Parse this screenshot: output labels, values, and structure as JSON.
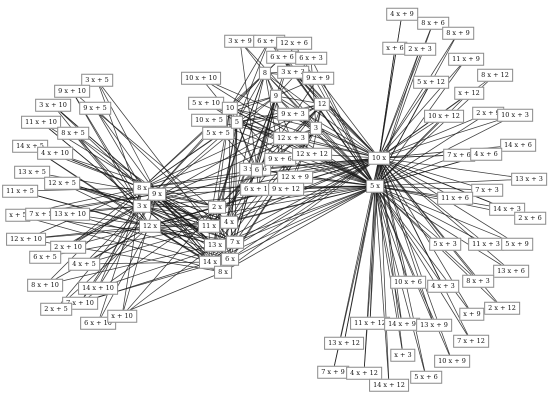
{
  "diagram": {
    "hubs": [
      {
        "id": "h1",
        "label": "8 x"
      },
      {
        "id": "h2",
        "label": "9 x"
      },
      {
        "id": "h3",
        "label": "3 x"
      },
      {
        "id": "h4",
        "label": "12 x"
      },
      {
        "id": "h5",
        "label": "10 x"
      },
      {
        "id": "h6",
        "label": "5 x"
      },
      {
        "id": "h7",
        "label": "2 x"
      },
      {
        "id": "h8",
        "label": "11 x"
      },
      {
        "id": "h9",
        "label": "4 x"
      },
      {
        "id": "h10",
        "label": "13 x"
      },
      {
        "id": "h11",
        "label": "7 x"
      },
      {
        "id": "h12",
        "label": "14 x"
      },
      {
        "id": "h13",
        "label": "6 x"
      },
      {
        "id": "h14",
        "label": "8 x"
      },
      {
        "id": "h15",
        "label": "10"
      },
      {
        "id": "h16",
        "label": "9"
      },
      {
        "id": "h17",
        "label": "12"
      },
      {
        "id": "h18",
        "label": "3"
      },
      {
        "id": "h19",
        "label": "8"
      },
      {
        "id": "h20",
        "label": "5"
      },
      {
        "id": "h21",
        "label": "6"
      }
    ],
    "nodes": [
      {
        "id": "n1",
        "label": "3 x + 5"
      },
      {
        "id": "n2",
        "label": "9 x + 10"
      },
      {
        "id": "n3",
        "label": "3 x + 10"
      },
      {
        "id": "n4",
        "label": "9 x + 5"
      },
      {
        "id": "n5",
        "label": "11 x + 10"
      },
      {
        "id": "n6",
        "label": "8 x + 5"
      },
      {
        "id": "n7",
        "label": "14 x + 5"
      },
      {
        "id": "n8",
        "label": "4 x + 10"
      },
      {
        "id": "n9",
        "label": "13 x + 5"
      },
      {
        "id": "n10",
        "label": "12 x + 5"
      },
      {
        "id": "n11",
        "label": "11 x + 5"
      },
      {
        "id": "n12",
        "label": "x + 5"
      },
      {
        "id": "n13",
        "label": "7 x + 5"
      },
      {
        "id": "n14",
        "label": "13 x + 10"
      },
      {
        "id": "n15",
        "label": "12 x + 10"
      },
      {
        "id": "n16",
        "label": "2 x + 10"
      },
      {
        "id": "n17",
        "label": "6 x + 5"
      },
      {
        "id": "n18",
        "label": "4 x + 5"
      },
      {
        "id": "n19",
        "label": "8 x + 10"
      },
      {
        "id": "n20",
        "label": "14 x + 10"
      },
      {
        "id": "n21",
        "label": "7 x + 10"
      },
      {
        "id": "n22",
        "label": "2 x + 5"
      },
      {
        "id": "n23",
        "label": "6 x + 10"
      },
      {
        "id": "n24",
        "label": "x + 10"
      },
      {
        "id": "n25",
        "label": "3 x + 9"
      },
      {
        "id": "n26",
        "label": "6 x + 9"
      },
      {
        "id": "n27",
        "label": "12 x + 6"
      },
      {
        "id": "n28",
        "label": "6 x + 6"
      },
      {
        "id": "n29",
        "label": "6 x + 3"
      },
      {
        "id": "n30",
        "label": "3 x + 3"
      },
      {
        "id": "n31",
        "label": "10 x + 10"
      },
      {
        "id": "n32",
        "label": "9 x + 9"
      },
      {
        "id": "n33",
        "label": "5 x + 10"
      },
      {
        "id": "n34",
        "label": "10 x + 5"
      },
      {
        "id": "n35",
        "label": "5 x + 5"
      },
      {
        "id": "n36",
        "label": "9 x + 3"
      },
      {
        "id": "n37",
        "label": "12 x + 3"
      },
      {
        "id": "n38",
        "label": "3 x + 6"
      },
      {
        "id": "n39",
        "label": "9 x + 6"
      },
      {
        "id": "n40",
        "label": "12 x + 12"
      },
      {
        "id": "n41",
        "label": "6 x + 12"
      },
      {
        "id": "n42",
        "label": "12 x + 9"
      },
      {
        "id": "n43",
        "label": "9 x + 12"
      },
      {
        "id": "n44",
        "label": "4 x + 9"
      },
      {
        "id": "n45",
        "label": "8 x + 6"
      },
      {
        "id": "n46",
        "label": "x + 6"
      },
      {
        "id": "n47",
        "label": "2 x + 3"
      },
      {
        "id": "n48",
        "label": "8 x + 9"
      },
      {
        "id": "n49",
        "label": "11 x + 9"
      },
      {
        "id": "n50",
        "label": "5 x + 12"
      },
      {
        "id": "n51",
        "label": "8 x + 12"
      },
      {
        "id": "n52",
        "label": "x + 12"
      },
      {
        "id": "n53",
        "label": "10 x + 12"
      },
      {
        "id": "n54",
        "label": "2 x + 9"
      },
      {
        "id": "n55",
        "label": "10 x + 3"
      },
      {
        "id": "n56",
        "label": "14 x + 6"
      },
      {
        "id": "n57",
        "label": "7 x + 6"
      },
      {
        "id": "n58",
        "label": "4 x + 6"
      },
      {
        "id": "n59",
        "label": "13 x + 3"
      },
      {
        "id": "n60",
        "label": "7 x + 3"
      },
      {
        "id": "n61",
        "label": "11 x + 6"
      },
      {
        "id": "n62",
        "label": "14 x + 3"
      },
      {
        "id": "n63",
        "label": "2 x + 6"
      },
      {
        "id": "n64",
        "label": "5 x + 3"
      },
      {
        "id": "n65",
        "label": "11 x + 3"
      },
      {
        "id": "n66",
        "label": "5 x + 9"
      },
      {
        "id": "n67",
        "label": "13 x + 6"
      },
      {
        "id": "n68",
        "label": "10 x + 6"
      },
      {
        "id": "n69",
        "label": "4 x + 3"
      },
      {
        "id": "n70",
        "label": "8 x + 3"
      },
      {
        "id": "n71",
        "label": "2 x + 12"
      },
      {
        "id": "n72",
        "label": "x + 9"
      },
      {
        "id": "n73",
        "label": "11 x + 12"
      },
      {
        "id": "n74",
        "label": "14 x + 9"
      },
      {
        "id": "n75",
        "label": "13 x + 9"
      },
      {
        "id": "n76",
        "label": "7 x + 12"
      },
      {
        "id": "n77",
        "label": "13 x + 12"
      },
      {
        "id": "n78",
        "label": "x + 3"
      },
      {
        "id": "n79",
        "label": "10 x + 9"
      },
      {
        "id": "n80",
        "label": "7 x + 9"
      },
      {
        "id": "n81",
        "label": "4 x + 12"
      },
      {
        "id": "n82",
        "label": "14 x + 12"
      },
      {
        "id": "n83",
        "label": "5 x + 6"
      }
    ]
  }
}
